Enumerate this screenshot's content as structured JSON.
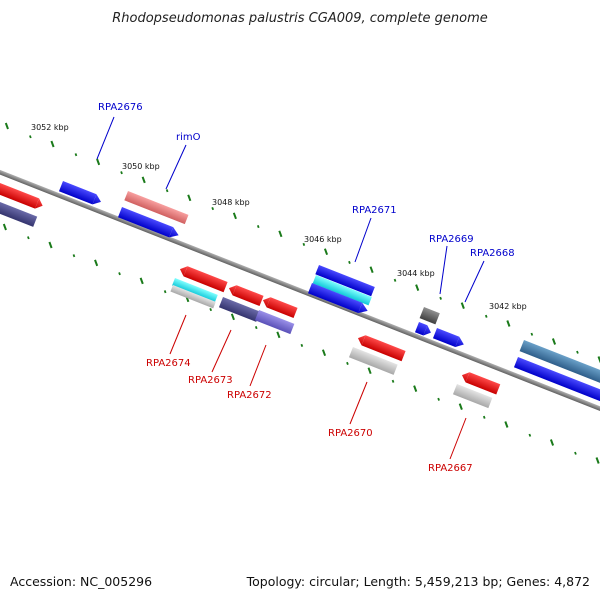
{
  "title": "Rhodopseudomonas palustris CGA009, complete genome",
  "footer": {
    "accession": "Accession: NC_005296",
    "summary": "Topology: circular; Length: 5,459,213 bp; Genes: 4,872"
  },
  "colors": {
    "backbone": "#808080",
    "ticks": "#1a7a1a",
    "forward_label": "#0000cc",
    "reverse_label": "#cc0000"
  },
  "kbp_labels": [
    "3052 kbp",
    "3050 kbp",
    "3048 kbp",
    "3046 kbp",
    "3044 kbp",
    "3042 kbp"
  ],
  "forward_labels": [
    "RPA2676",
    "rimO",
    "RPA2671",
    "RPA2669",
    "RPA2668"
  ],
  "reverse_labels": [
    "RPA2674",
    "RPA2673",
    "RPA2672",
    "RPA2670",
    "RPA2667"
  ]
}
